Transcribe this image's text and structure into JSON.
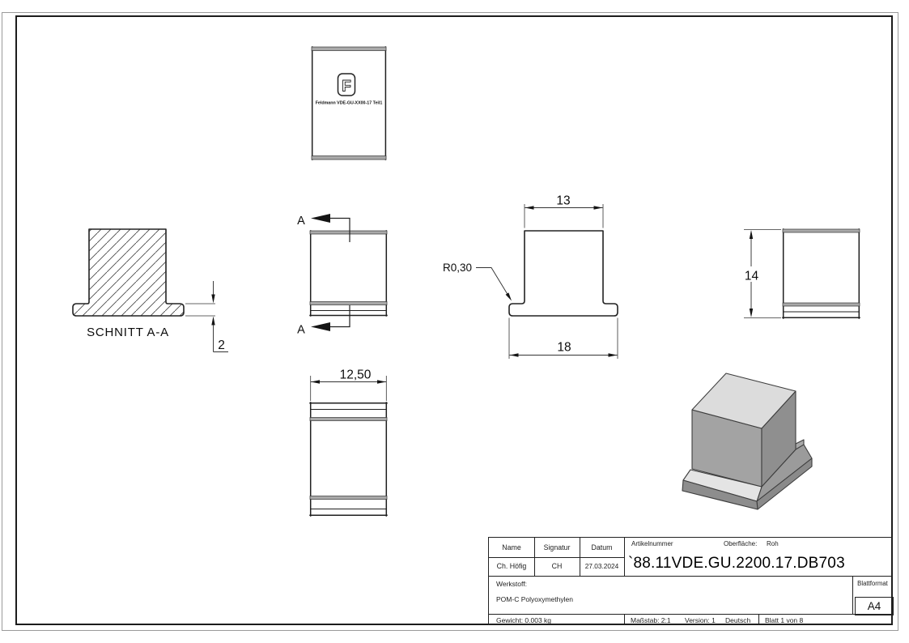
{
  "colors": {
    "line": "#1f1f1f",
    "edge_band": "#a9a9a9",
    "iso_top_face": "#dcdcdc",
    "iso_front_face": "#a3a3a3",
    "iso_right_face": "#8f8f8f",
    "iso_flange_light": "#e4e4e4"
  },
  "views": {
    "label": {
      "logo_letter": "F",
      "text": "Feldmann VDE-GU-XX00-17 Teil1"
    },
    "section": {
      "caption": "SCHNITT A-A",
      "thickness_dim": "2"
    },
    "cut": {
      "arrow_label": "A"
    },
    "bottom": {
      "width_dim": "12,50"
    },
    "front": {
      "top_width_dim": "13",
      "flange_width_dim": "18",
      "radius_callout": "R0,30"
    },
    "right": {
      "height_dim": "14"
    }
  },
  "title_block": {
    "name_header": "Name",
    "signature_header": "Signatur",
    "date_header": "Datum",
    "name_value": "Ch. Höfig",
    "signature_value": "CH",
    "date_value": "27.03.2024",
    "article_label": "Artikelnummer",
    "surface_label": "Oberfläche:",
    "surface_value": "Roh",
    "article_number": "`88.11VDE.GU.2200.17.DB703",
    "material_label": "Werkstoff:",
    "material_value": "POM-C Polyoxymethylen",
    "sheet_format_label": "Blattformat",
    "sheet_format_value": "A4",
    "weight": "Gewicht: 0.003 kg",
    "scale": "Maßstab: 2:1",
    "version": "Version: 1",
    "language": "Deutsch",
    "sheet_number": "Blatt 1 von 8"
  }
}
